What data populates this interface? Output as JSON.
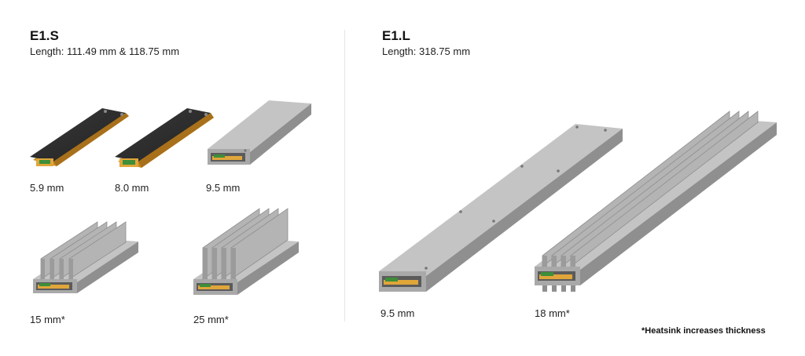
{
  "left": {
    "title": "E1.S",
    "subtitle": "Length: 111.49 mm & 118.75 mm",
    "items": [
      {
        "label": "5.9 mm"
      },
      {
        "label": "8.0 mm"
      },
      {
        "label": "9.5 mm"
      },
      {
        "label": "15 mm*"
      },
      {
        "label": "25 mm*"
      }
    ]
  },
  "right": {
    "title": "E1.L",
    "subtitle": "Length: 318.75 mm",
    "items": [
      {
        "label": "9.5 mm"
      },
      {
        "label": "18 mm*"
      }
    ]
  },
  "footnote": "*Heatsink increases thickness",
  "colors": {
    "housing": "#a9a9a9",
    "housing_light": "#c4c4c4",
    "housing_dark": "#8f8f8f",
    "pcb": "#2f2f2f",
    "pcb_edge": "#c98a1e",
    "connector_gold": "#e0a63a",
    "connector_green": "#3e8e3a"
  }
}
